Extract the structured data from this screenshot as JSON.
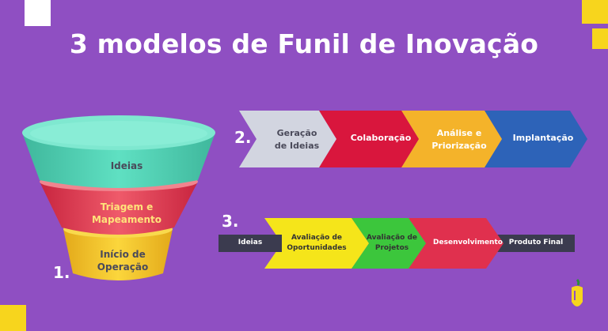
{
  "title": "3 modelos de Funil de Inovação",
  "model1": {
    "number": "1.",
    "stages": [
      {
        "label": [
          "Ideias"
        ],
        "color": "#4ccfb3"
      },
      {
        "label": [
          "Triagem e",
          "Mapeamento"
        ],
        "color": "#e0304e"
      },
      {
        "label": [
          "Início de",
          "Operação"
        ],
        "color": "#f6c52b"
      }
    ]
  },
  "model2": {
    "number": "2.",
    "stages": [
      {
        "label": [
          "Geração",
          "de Ideias"
        ],
        "color": "#d2d5e0",
        "text_color": "#4a4a5a"
      },
      {
        "label": [
          "Colaboração"
        ],
        "color": "#d9163d",
        "text_color": "#ffffff"
      },
      {
        "label": [
          "Análise e",
          "Priorização"
        ],
        "color": "#f4b32a",
        "text_color": "#ffffff"
      },
      {
        "label": [
          "Implantação"
        ],
        "color": "#2d63b8",
        "text_color": "#ffffff"
      }
    ]
  },
  "model3": {
    "number": "3.",
    "stages": [
      {
        "label": [
          "Ideias"
        ],
        "color": "#3b3b4f",
        "text_color": "#ffffff"
      },
      {
        "label": [
          "Avaliação de",
          "Oportunidades"
        ],
        "color": "#f5e51a",
        "text_color": "#333333"
      },
      {
        "label": [
          "Avaliação de",
          "Projetos"
        ],
        "color": "#3cc63c",
        "text_color": "#333333"
      },
      {
        "label": [
          "Desenvolvimento"
        ],
        "color": "#e0304e",
        "text_color": "#ffffff"
      },
      {
        "label": [
          "Produto Final"
        ],
        "color": "#3b3b4f",
        "text_color": "#ffffff"
      }
    ]
  },
  "decor": {
    "yellow": "#f7d51d",
    "white": "#ffffff",
    "logo": "#f7d51d"
  }
}
